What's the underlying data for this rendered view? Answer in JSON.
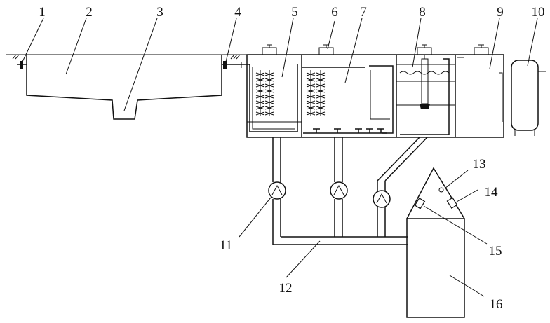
{
  "labels": {
    "n1": "1",
    "n2": "2",
    "n3": "3",
    "n4": "4",
    "n5": "5",
    "n6": "6",
    "n7": "7",
    "n8": "8",
    "n9": "9",
    "n10": "10",
    "n11": "11",
    "n12": "12",
    "n13": "13",
    "n14": "14",
    "n15": "15",
    "n16": "16"
  }
}
